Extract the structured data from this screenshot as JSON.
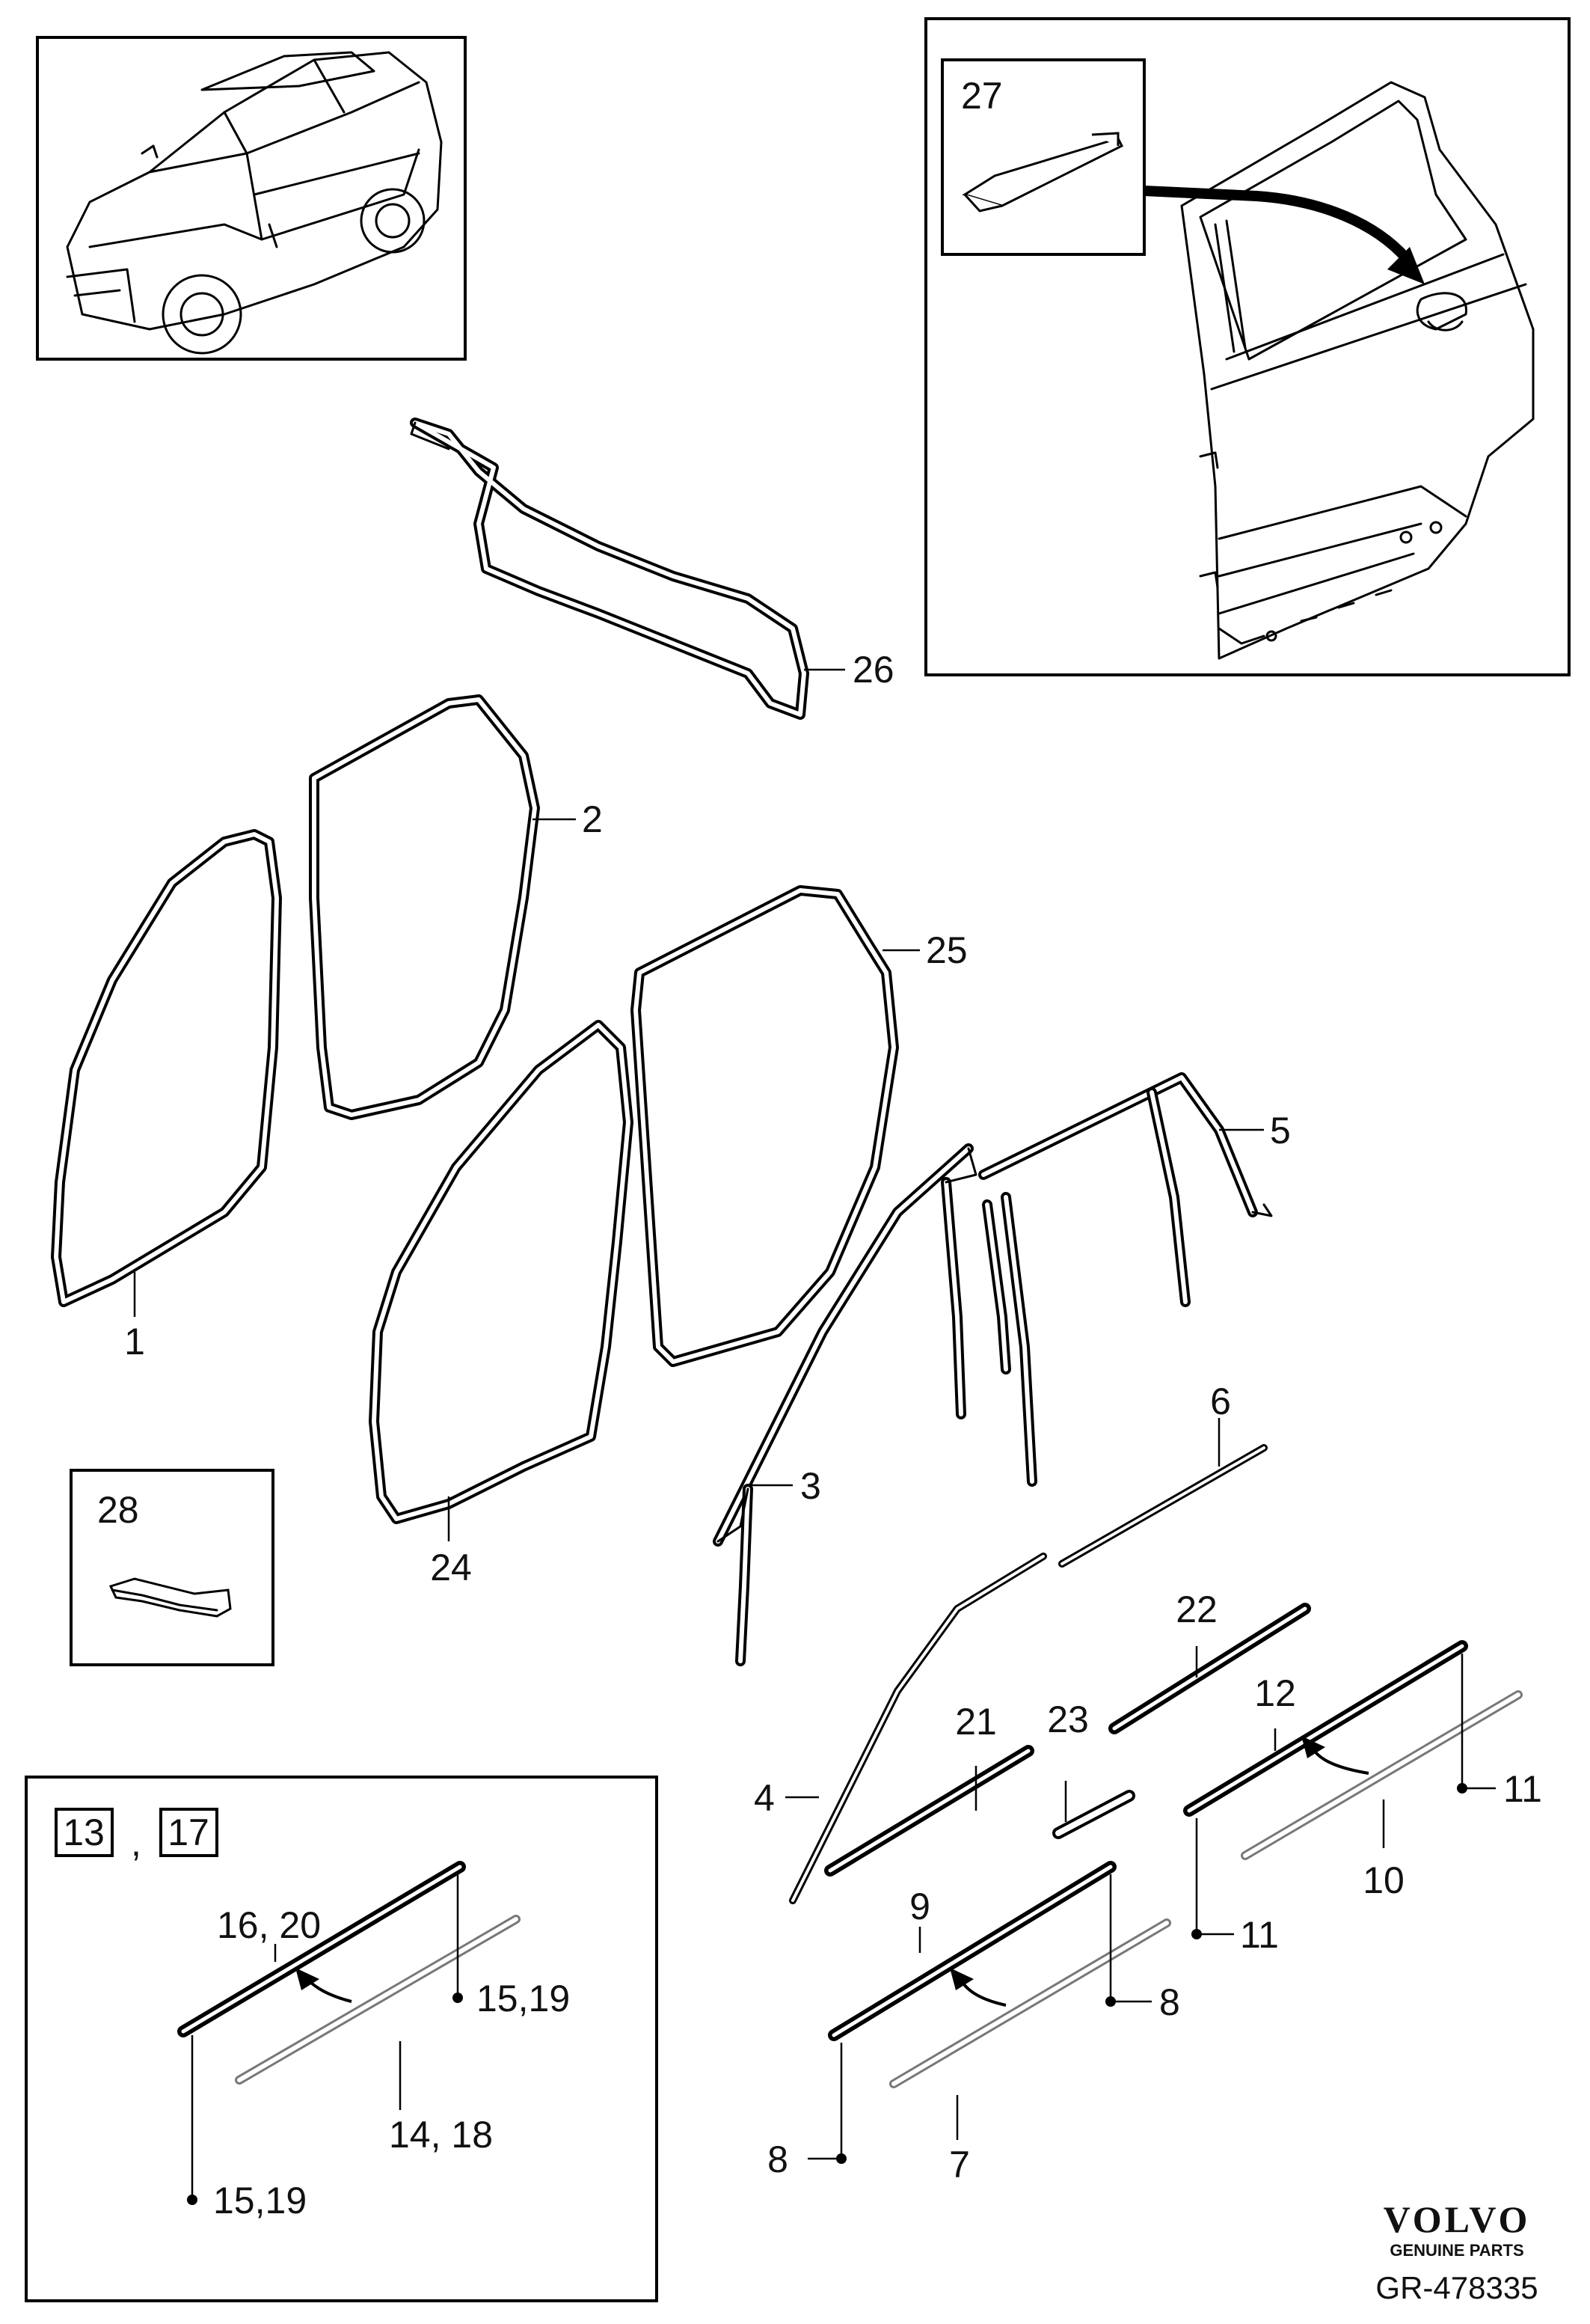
{
  "brand": {
    "name": "VOLVO",
    "tagline": "GENUINE PARTS",
    "reference": "GR-478335"
  },
  "callouts": {
    "c1": "1",
    "c2": "2",
    "c3": "3",
    "c4": "4",
    "c5": "5",
    "c6": "6",
    "c7": "7",
    "c8a": "8",
    "c8b": "8",
    "c9": "9",
    "c10": "10",
    "c11a": "11",
    "c11b": "11",
    "c12": "12",
    "c21": "21",
    "c22": "22",
    "c23": "23",
    "c24": "24",
    "c25": "25",
    "c26": "26"
  },
  "inset_door": {
    "label": "27"
  },
  "inset_clip": {
    "label": "28"
  },
  "inset_variant": {
    "box_a": "13",
    "separator": ",",
    "box_b": "17",
    "labels": {
      "l1": "16, 20",
      "l2": "15,19",
      "l3": "14, 18",
      "l4": "15,19"
    }
  }
}
